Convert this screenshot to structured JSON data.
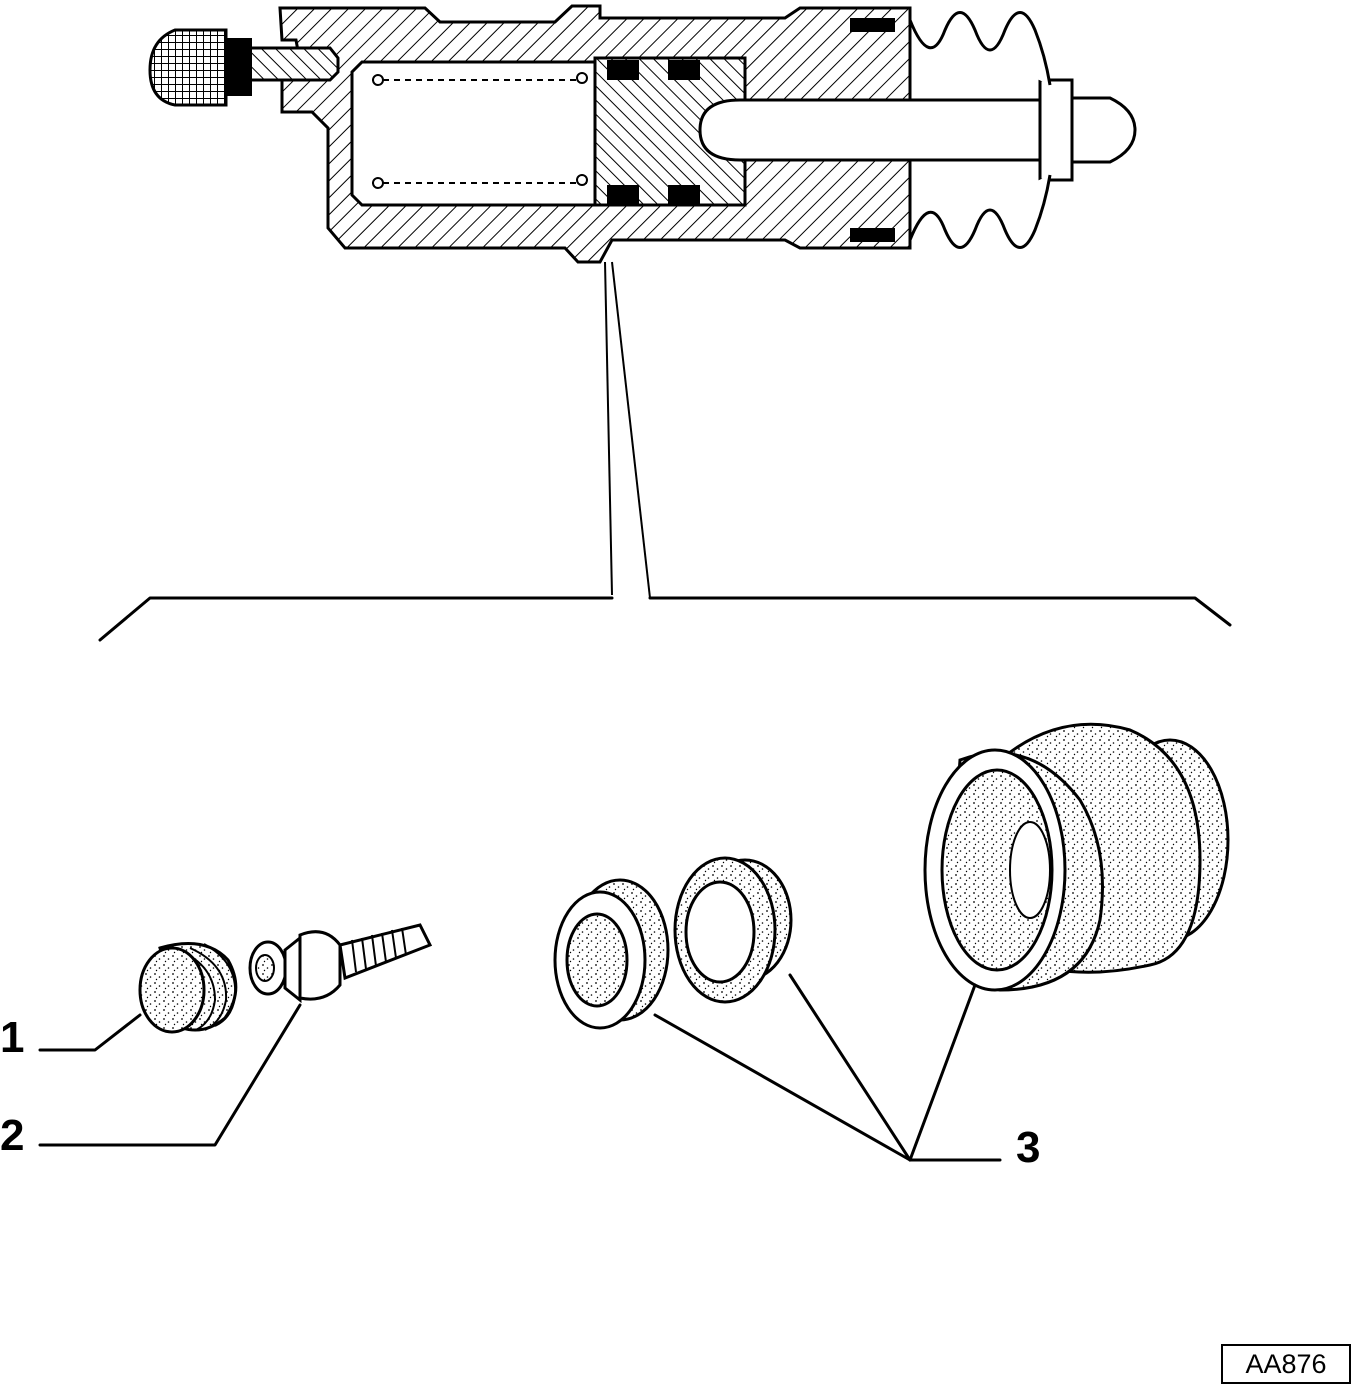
{
  "callouts": [
    {
      "number": "1",
      "part": "bleeder-cap"
    },
    {
      "number": "2",
      "part": "bleeder-screw"
    },
    {
      "number": "3",
      "part": "seal-kit"
    }
  ],
  "reference_code": "AA876",
  "colors": {
    "ink": "#000000",
    "paper": "#ffffff"
  }
}
